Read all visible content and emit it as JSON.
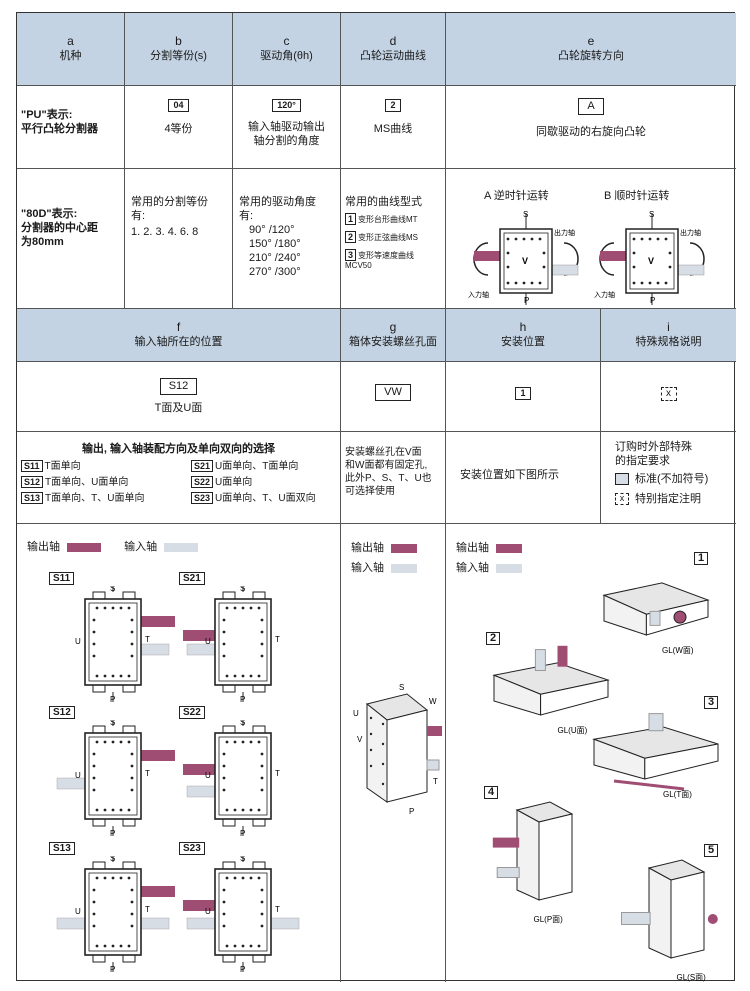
{
  "colors": {
    "header_bg": "#c3d3e3",
    "output_shaft": "#a04d73",
    "input_shaft": "#d7dde5"
  },
  "header": [
    {
      "key": "a",
      "title": "机种"
    },
    {
      "key": "b",
      "title": "分割等份(s)"
    },
    {
      "key": "c",
      "title": "驱动角(θh)"
    },
    {
      "key": "d",
      "title": "凸轮运动曲线"
    },
    {
      "key": "e",
      "title": "凸轮旋转方向"
    }
  ],
  "row2": {
    "a_lines": [
      "\"PU\"表示:",
      "平行凸轮分割器"
    ],
    "b_tag": "04",
    "b_text": "4等份",
    "c_tag": "120°",
    "c_lines": [
      "输入轴驱动输出",
      "轴分割的角度"
    ],
    "d_tag": "2",
    "d_text": "MS曲线",
    "e_tag": "A",
    "e_text": "同歇驱动的右旋向凸轮"
  },
  "row3": {
    "a_lines": [
      "\"80D\"表示:",
      "分割器的中心距",
      "为80mm"
    ],
    "b_lines": [
      "常用的分割等份",
      "有:",
      "1. 2. 3. 4. 6. 8"
    ],
    "c_lines": [
      "常用的驱动角度",
      "有:",
      "90° /120°",
      "150° /180°",
      "210° /240°",
      "270° /300°"
    ],
    "d_title": "常用的曲线型式",
    "d_items": [
      {
        "num": "1",
        "label": "变形台形曲线MT"
      },
      {
        "num": "2",
        "label": "变形正弦曲线MS"
      },
      {
        "num": "3",
        "label": "变形等速度曲线MCV50"
      }
    ],
    "e_left_title": "A 逆时针运转",
    "e_right_title": "B 顺时针运转",
    "fig_labels": {
      "s": "S",
      "v": "V",
      "p": "P",
      "out": "出力轴",
      "in": "入力轴"
    }
  },
  "header2": [
    {
      "key": "f",
      "title": "输入轴所在的位置"
    },
    {
      "key": "g",
      "title": "箱体安装螺丝孔面"
    },
    {
      "key": "h",
      "title": "安装位置"
    },
    {
      "key": "i",
      "title": "特殊规格说明"
    }
  ],
  "row5": {
    "f_tag": "S12",
    "f_text": "T面及U面",
    "g_tag": "VW",
    "h_tag": "1",
    "i_tag": "x"
  },
  "row6": {
    "f_title": "输出, 输入轴装配方向及单向双向的选择",
    "f_items": [
      {
        "code": "S11",
        "text": "T面单向"
      },
      {
        "code": "S21",
        "text": "U面单向、T面单向"
      },
      {
        "code": "S12",
        "text": "T面单向、U面单向"
      },
      {
        "code": "S22",
        "text": "U面单向"
      },
      {
        "code": "S13",
        "text": "T面单向、T、U面单向"
      },
      {
        "code": "S23",
        "text": "U面单向、T、U面双向"
      }
    ],
    "g_lines": [
      "安装螺丝孔在V面",
      "和W面都有固定孔,",
      "此外P、S、T、U也",
      "可选择使用"
    ],
    "h_text": "安装位置如下图所示",
    "i_lines": [
      "订购时外部特殊",
      "的指定要求"
    ],
    "i_std": "标准(不加符号)",
    "i_special": "特别指定注明"
  },
  "legend": {
    "output": "输出轴",
    "input": "输入轴"
  },
  "f_diagrams": [
    "S11",
    "S12",
    "S13",
    "S21",
    "S22",
    "S23"
  ],
  "g_labels": {
    "s": "S",
    "w": "W",
    "u": "U",
    "v": "V",
    "t": "T",
    "p": "P"
  },
  "h_diagrams": [
    {
      "num": "1",
      "gl": "GL(W面)"
    },
    {
      "num": "2",
      "gl": "GL(U面)"
    },
    {
      "num": "3",
      "gl": "GL(T面)"
    },
    {
      "num": "4",
      "gl": "GL(P面)"
    },
    {
      "num": "5",
      "gl": "GL(S面)"
    }
  ],
  "face_labels": {
    "s": "S",
    "t": "T",
    "u": "U",
    "p": "P"
  }
}
